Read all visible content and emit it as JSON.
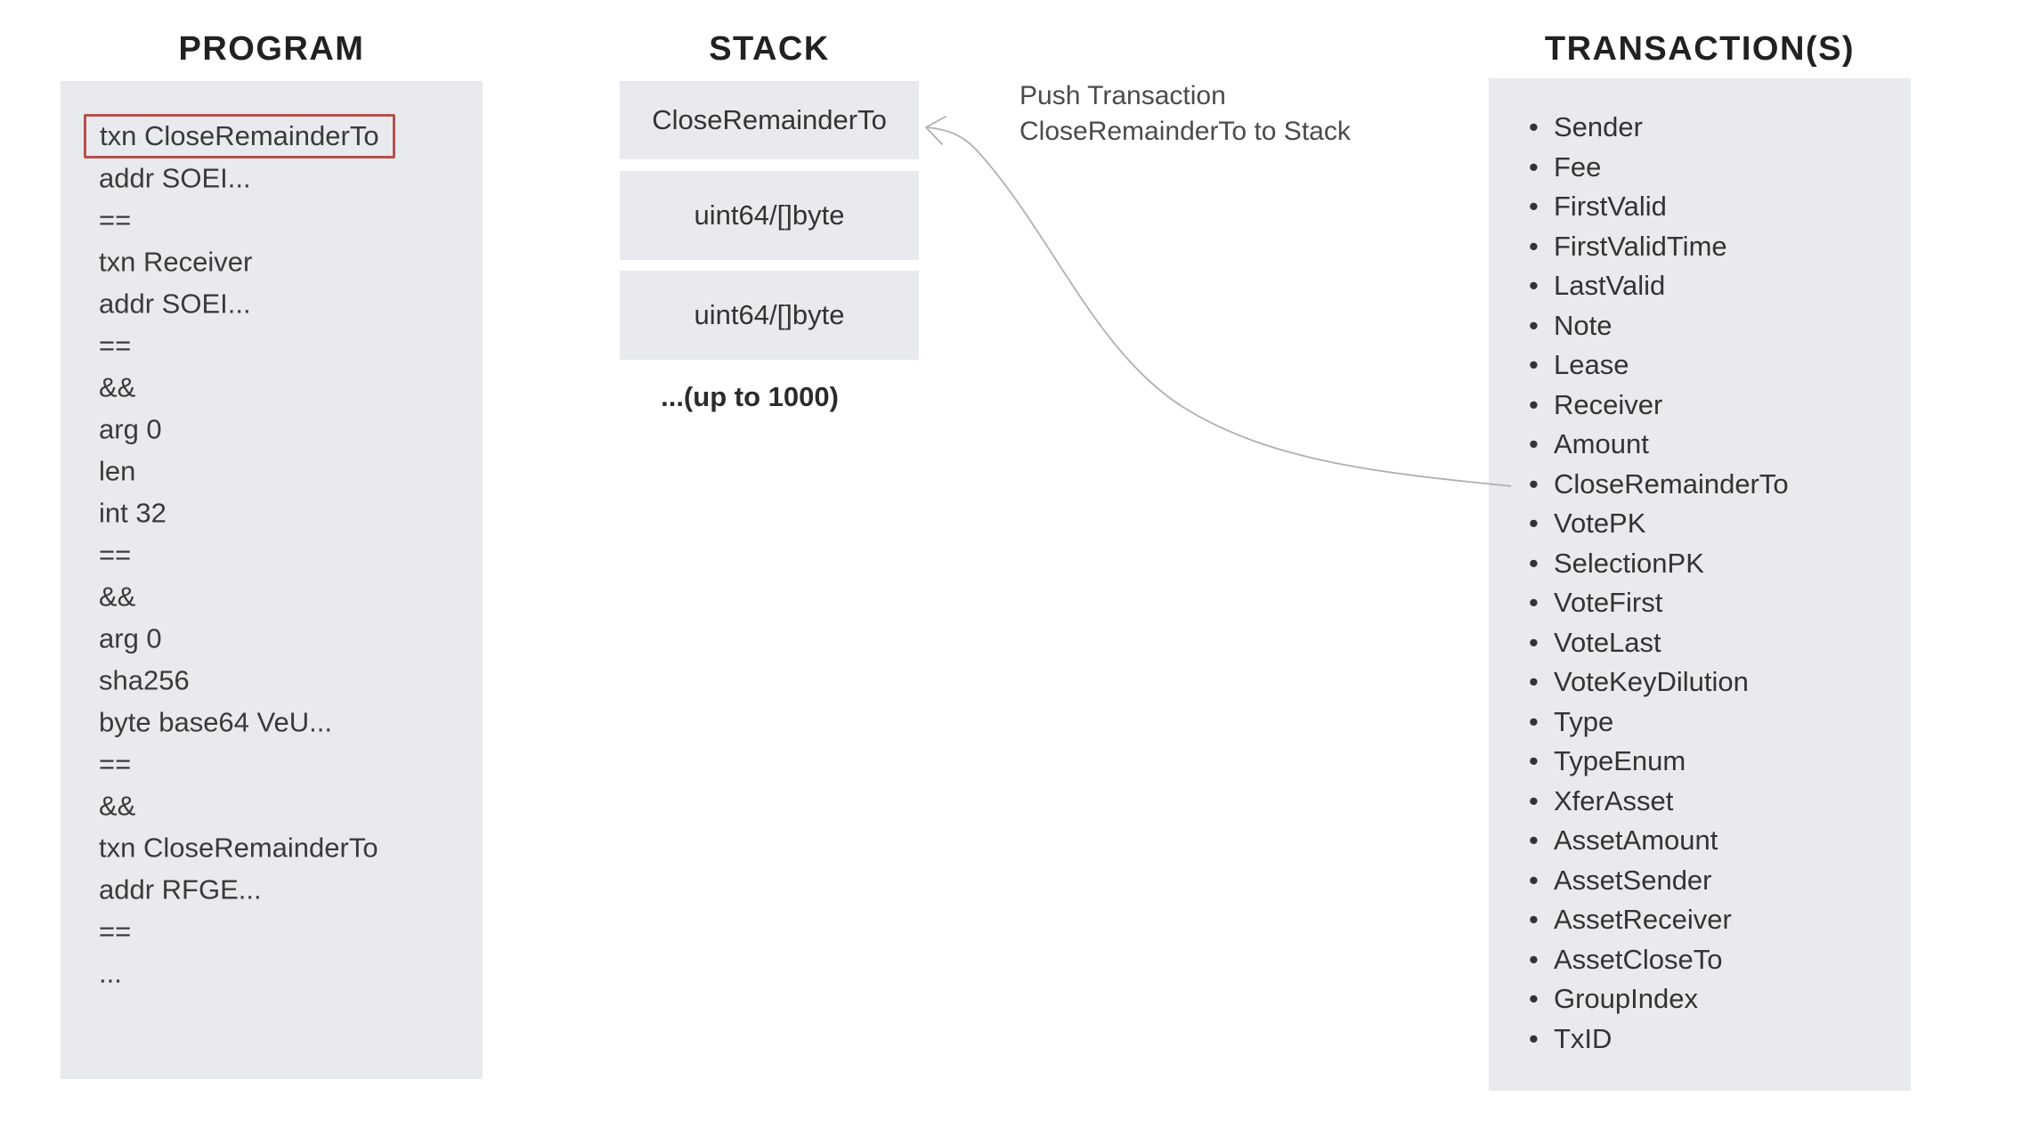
{
  "titles": {
    "program": "PROGRAM",
    "stack": "STACK",
    "transactions": "TRANSACTION(S)"
  },
  "program": {
    "highlighted_index": 0,
    "lines": [
      "txn CloseRemainderTo",
      "addr SOEI...",
      "==",
      "txn Receiver",
      "addr SOEI...",
      "==",
      "&&",
      "arg 0",
      "len",
      "int 32",
      "==",
      "&&",
      "arg 0",
      "sha256",
      "byte base64 VeU...",
      "==",
      "&&",
      "txn CloseRemainderTo",
      "addr RFGE...",
      "==",
      "..."
    ]
  },
  "stack": {
    "boxes": [
      "CloseRemainderTo",
      "uint64/[]byte",
      "uint64/[]byte"
    ],
    "overflow_note": "...(up to 1000)"
  },
  "annotation": {
    "line1": "Push Transaction",
    "line2": "CloseRemainderTo to Stack"
  },
  "transactions": {
    "items": [
      "Sender",
      "Fee",
      "FirstValid",
      "FirstValidTime",
      "LastValid",
      "Note",
      "Lease",
      "Receiver",
      "Amount",
      "CloseRemainderTo",
      "VotePK",
      "SelectionPK",
      "VoteFirst",
      "VoteLast",
      "VoteKeyDilution",
      "Type",
      "TypeEnum",
      "XferAsset",
      "AssetAmount",
      "AssetSender",
      "AssetReceiver",
      "AssetCloseTo",
      "GroupIndex",
      "TxID"
    ],
    "bullet": "•"
  },
  "colors": {
    "panel_bg": "#e9eaed",
    "highlight_border": "#b5504e",
    "arrow": "#b0b0b0",
    "text_dark": "#3a3a3a",
    "text_heading": "#212121",
    "annotation_text": "#4b4b4b"
  }
}
